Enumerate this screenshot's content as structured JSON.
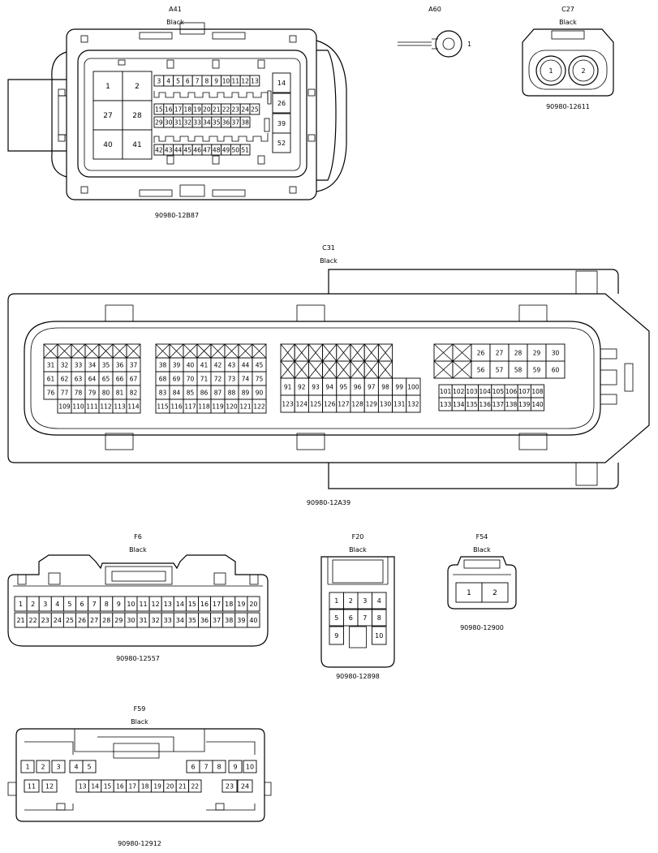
{
  "connectors": {
    "A41": {
      "code": "A41",
      "color": "Black",
      "part": "90980-12B87"
    },
    "A60": {
      "code": "A60",
      "pin": "1"
    },
    "C27": {
      "code": "C27",
      "color": "Black",
      "part": "90980-12611",
      "pins": [
        "1",
        "2"
      ]
    },
    "C31": {
      "code": "C31",
      "color": "Black",
      "part": "90980-12A39"
    },
    "F6": {
      "code": "F6",
      "color": "Black",
      "part": "90980-12557"
    },
    "F20": {
      "code": "F20",
      "color": "Black",
      "part": "90980-12898"
    },
    "F54": {
      "code": "F54",
      "color": "Black",
      "part": "90980-12900",
      "pins": [
        "1",
        "2"
      ]
    },
    "F59": {
      "code": "F59",
      "color": "Black",
      "part": "90980-12912"
    }
  },
  "a41_pins": {
    "big": [
      "1",
      "2",
      "27",
      "28",
      "40",
      "41"
    ],
    "row1": [
      "3",
      "4",
      "5",
      "6",
      "7",
      "8",
      "9",
      "10",
      "11",
      "12",
      "13"
    ],
    "row2": [
      "15",
      "16",
      "17",
      "18",
      "19",
      "20",
      "21",
      "22",
      "23",
      "24",
      "25"
    ],
    "row3": [
      "29",
      "30",
      "31",
      "32",
      "33",
      "34",
      "35",
      "36",
      "37",
      "38"
    ],
    "row4": [
      "42",
      "43",
      "44",
      "45",
      "46",
      "47",
      "48",
      "49",
      "50",
      "51"
    ],
    "right": [
      "14",
      "26",
      "39",
      "52"
    ]
  },
  "c31_pins": {
    "g1": [
      [
        "X",
        "X",
        "X",
        "X",
        "X",
        "X",
        "X"
      ],
      [
        "31",
        "32",
        "33",
        "34",
        "35",
        "36",
        "37"
      ],
      [
        "61",
        "62",
        "63",
        "64",
        "65",
        "66",
        "67"
      ],
      [
        "76",
        "77",
        "78",
        "79",
        "80",
        "81",
        "82"
      ],
      [
        "",
        "109",
        "110",
        "111",
        "112",
        "113",
        "114"
      ]
    ],
    "g2": [
      [
        "X",
        "X",
        "X",
        "X",
        "X",
        "X",
        "X",
        "X"
      ],
      [
        "38",
        "39",
        "40",
        "41",
        "42",
        "43",
        "44",
        "45"
      ],
      [
        "68",
        "69",
        "70",
        "71",
        "72",
        "73",
        "74",
        "75"
      ],
      [
        "83",
        "84",
        "85",
        "86",
        "87",
        "88",
        "89",
        "90"
      ],
      [
        "115",
        "116",
        "117",
        "118",
        "119",
        "120",
        "121",
        "122"
      ]
    ],
    "g3": [
      [
        "X",
        "X",
        "X",
        "X",
        "X",
        "X",
        "X",
        "X"
      ],
      [
        "X",
        "X",
        "X",
        "X",
        "X",
        "X",
        "X",
        "X"
      ],
      [
        "91",
        "92",
        "93",
        "94",
        "95",
        "96",
        "97",
        "98",
        "99",
        "100"
      ],
      [
        "123",
        "124",
        "125",
        "126",
        "127",
        "128",
        "129",
        "130",
        "131",
        "132"
      ]
    ],
    "g4top": [
      [
        "X",
        "X",
        "26",
        "27",
        "28",
        "29",
        "30"
      ],
      [
        "X",
        "X",
        "56",
        "57",
        "58",
        "59",
        "60"
      ]
    ],
    "g4bot": [
      [
        "101",
        "102",
        "103",
        "104",
        "105",
        "106",
        "107",
        "108"
      ],
      [
        "133",
        "134",
        "135",
        "136",
        "137",
        "138",
        "139",
        "140"
      ]
    ]
  },
  "f6_pins": {
    "row1": [
      "1",
      "2",
      "3",
      "4",
      "5",
      "6",
      "7",
      "8",
      "9",
      "10",
      "11",
      "12",
      "13",
      "14",
      "15",
      "16",
      "17",
      "18",
      "19",
      "20"
    ],
    "row2": [
      "21",
      "22",
      "23",
      "24",
      "25",
      "26",
      "27",
      "28",
      "29",
      "30",
      "31",
      "32",
      "33",
      "34",
      "35",
      "36",
      "37",
      "38",
      "39",
      "40"
    ]
  },
  "f20_pins": {
    "row1": [
      "1",
      "2",
      "3",
      "4"
    ],
    "row2": [
      "5",
      "6",
      "7",
      "8"
    ],
    "row3": [
      "9",
      "10"
    ]
  },
  "f59_pins": {
    "row1": [
      "1",
      "2",
      "3",
      "4",
      "5",
      "6",
      "7",
      "8",
      "9",
      "10"
    ],
    "row2": [
      "11",
      "12",
      "13",
      "14",
      "15",
      "16",
      "17",
      "18",
      "19",
      "20",
      "21",
      "22",
      "23",
      "24"
    ]
  }
}
